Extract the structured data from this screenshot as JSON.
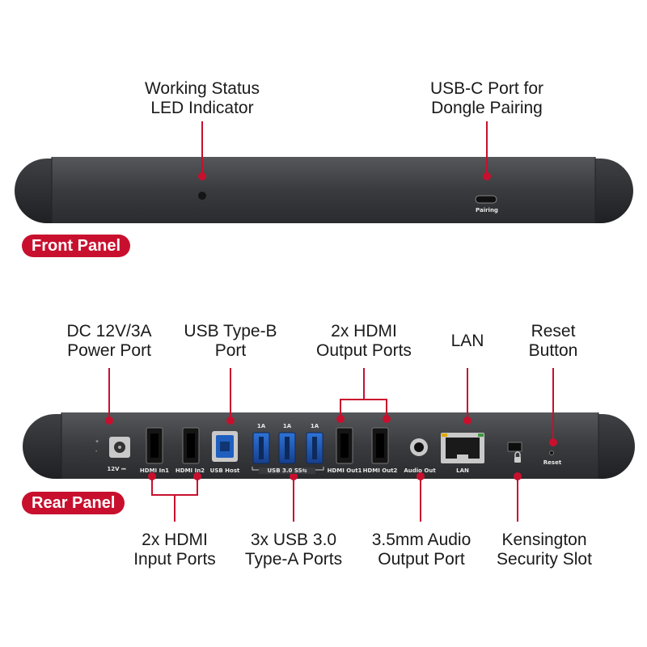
{
  "front": {
    "badge": "Front Panel",
    "callouts": {
      "led": [
        "Working Status",
        "LED Indicator"
      ],
      "usbc": [
        "USB-C Port for",
        "Dongle Pairing"
      ]
    },
    "port_labels": {
      "pairing": "Pairing"
    }
  },
  "rear": {
    "badge": "Rear Panel",
    "callouts": {
      "dc": [
        "DC 12V/3A",
        "Power Port"
      ],
      "usbb": [
        "USB Type-B",
        "Port"
      ],
      "hdmi_out": [
        "2x HDMI",
        "Output Ports"
      ],
      "lan": [
        "LAN"
      ],
      "reset": [
        "Reset",
        "Button"
      ],
      "hdmi_in": [
        "2x HDMI",
        "Input Ports"
      ],
      "usb3": [
        "3x USB 3.0",
        "Type-A Ports"
      ],
      "audio": [
        "3.5mm Audio",
        "Output Port"
      ],
      "kensington": [
        "Kensington",
        "Security Slot"
      ]
    },
    "port_labels": {
      "dc": "12V ⎓",
      "hdmi_in1": "HDMI In1",
      "hdmi_in2": "HDMI In2",
      "usb_host": "USB Host",
      "usb_1a_1": "1A",
      "usb_1a_2": "1A",
      "usb_1a_3": "1A",
      "usb3": "USB 3.0 SS⇆",
      "hdmi_out1": "HDMI Out1",
      "hdmi_out2": "HDMI Out2",
      "audio_out": "Audio Out",
      "lan": "LAN",
      "reset": "Reset"
    }
  },
  "colors": {
    "accent": "#c8102e",
    "body": "#3a3b3e",
    "port_blue": "#1f5fbf"
  }
}
